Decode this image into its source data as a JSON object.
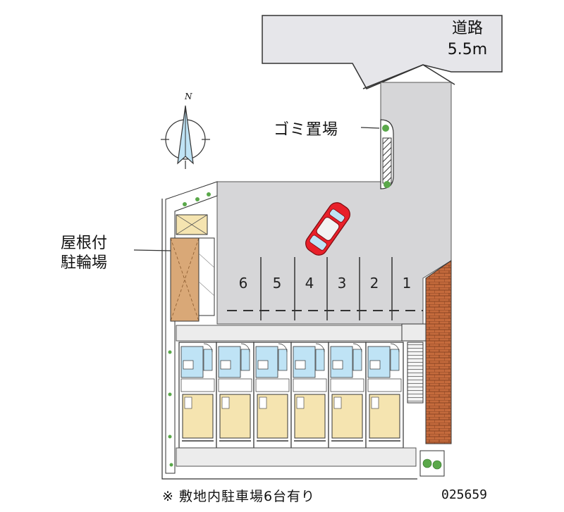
{
  "road": {
    "name": "道路",
    "width": "5.5m"
  },
  "labels": {
    "garbage": "ゴミ置場",
    "bike_parking_line1": "屋根付",
    "bike_parking_line2": "駐輪場",
    "compass": "N"
  },
  "parking_stalls": [
    "6",
    "5",
    "4",
    "3",
    "2",
    "1"
  ],
  "footnote": "※ 敷地内駐車場6台有り",
  "property_code": "025659",
  "colors": {
    "pavement": "#d6d6d8",
    "walkway": "#ececec",
    "road": "#e6e6ea",
    "car": "#e8202a",
    "brick_wall": "#c46a3c",
    "greenery": "#5aa84a",
    "bath_area": "#bfe3f5",
    "room_floor": "#f5e4b0",
    "bike_shed": "#d9a877"
  }
}
